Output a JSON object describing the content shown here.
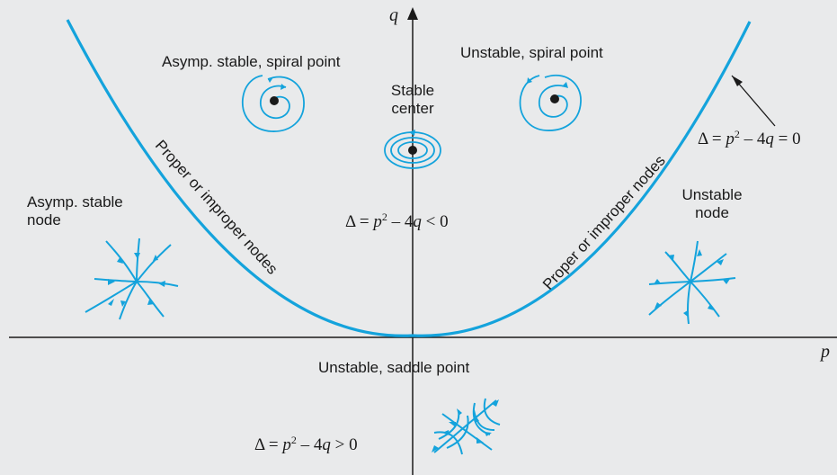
{
  "axes": {
    "x_label": "p",
    "y_label": "q"
  },
  "regions": {
    "spiral_stable": "Asymp. stable, spiral point",
    "spiral_unstable": "Unstable, spiral point",
    "center": [
      "Stable",
      "center"
    ],
    "node_stable": [
      "Asymp. stable",
      "node"
    ],
    "node_unstable": [
      "Unstable",
      "node"
    ],
    "saddle": "Unstable, saddle point"
  },
  "curve_labels": {
    "left": "Proper or improper nodes",
    "right": "Proper or improper nodes"
  },
  "equations": {
    "symbol": "Δ",
    "lhs": "p",
    "mid": "– 4",
    "var": "q",
    "boundary": "= 0",
    "inside": "< 0",
    "outside": "> 0"
  },
  "colors": {
    "curve": "#14a3dc",
    "background": "#e9eaeb",
    "axis": "#1a1a1a"
  }
}
